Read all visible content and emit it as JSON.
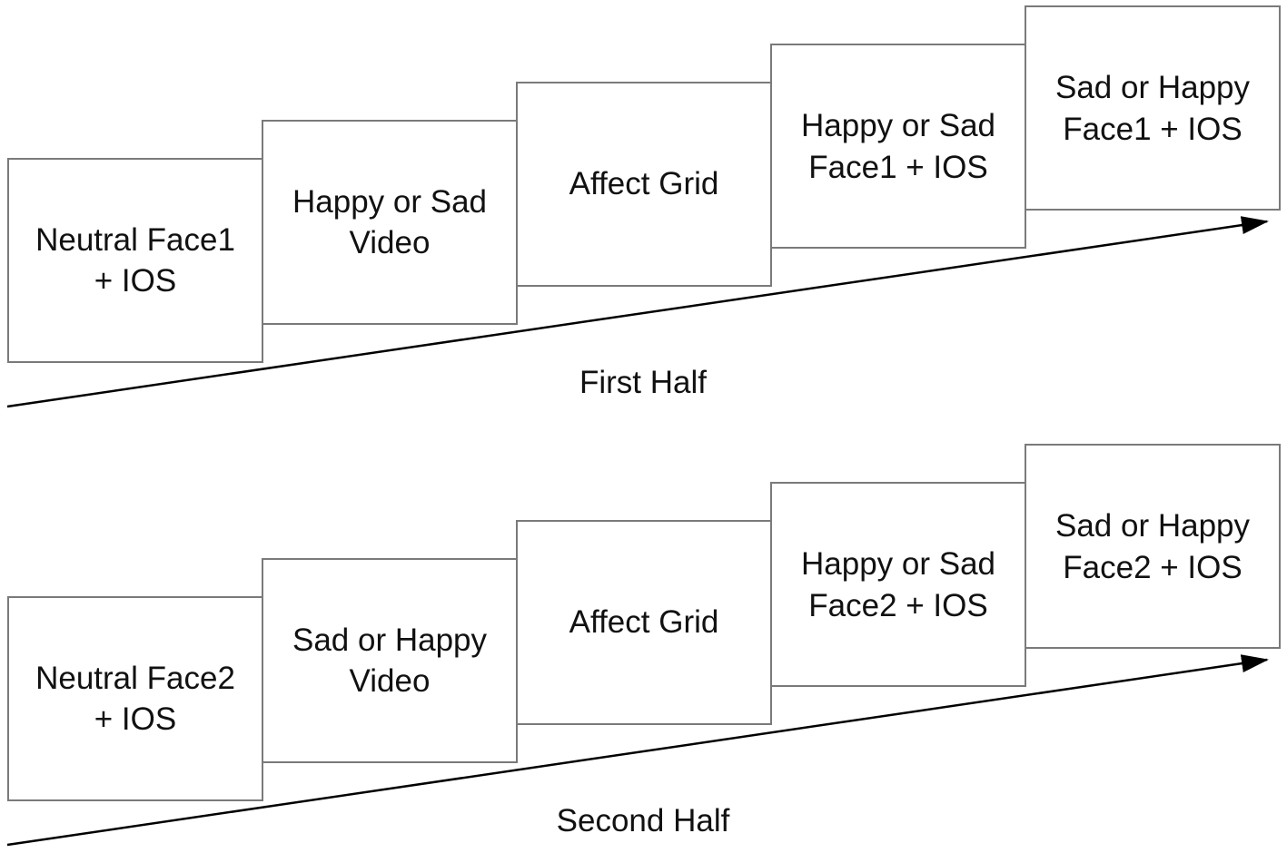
{
  "first_half": {
    "label": "First Half",
    "steps": [
      "Neutral Face1\n+ IOS",
      "Happy or Sad\nVideo",
      "Affect Grid",
      "Happy or Sad\nFace1 + IOS",
      "Sad or Happy\nFace1 + IOS"
    ]
  },
  "second_half": {
    "label": "Second Half",
    "steps": [
      "Neutral Face2\n+ IOS",
      "Sad or Happy\nVideo",
      "Affect Grid",
      "Happy or Sad\nFace2 + IOS",
      "Sad or Happy\nFace2 + IOS"
    ]
  },
  "colors": {
    "box_border": "#7a7a7a",
    "arrow": "#000000",
    "text": "#111111"
  }
}
